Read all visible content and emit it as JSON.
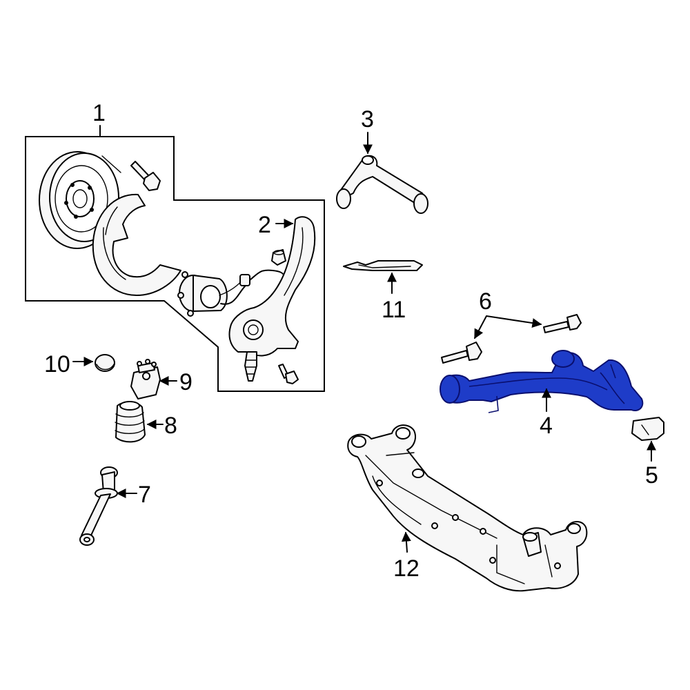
{
  "highlight_color": "#1e3cc8",
  "callouts": {
    "c1": "1",
    "c2": "2",
    "c3": "3",
    "c4": "4",
    "c5": "5",
    "c6": "6",
    "c7": "7",
    "c8": "8",
    "c9": "9",
    "c10": "10",
    "c11": "11",
    "c12": "12"
  }
}
